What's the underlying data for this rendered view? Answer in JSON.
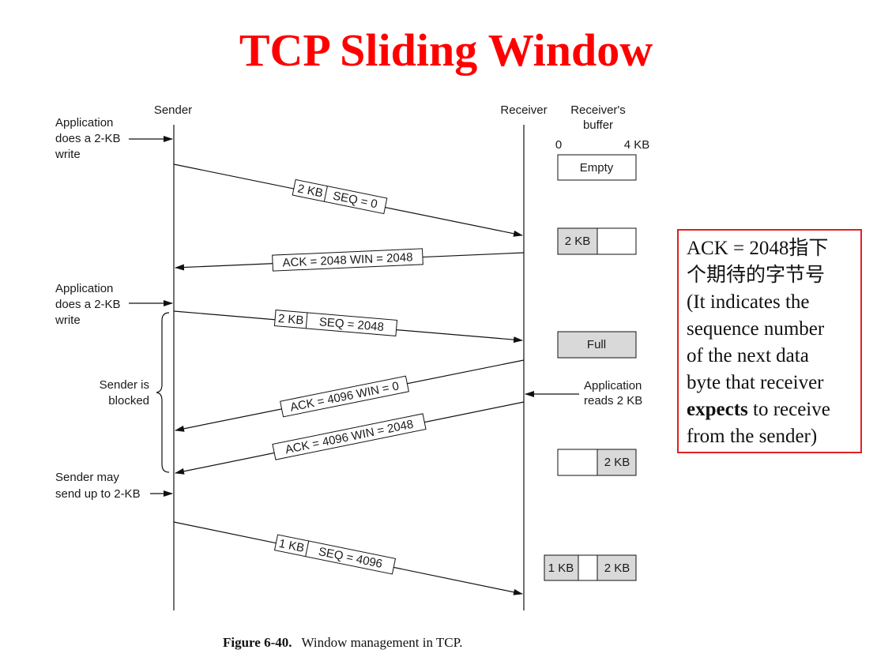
{
  "title": "TCP Sliding Window",
  "columns": {
    "sender": "Sender",
    "receiver": "Receiver",
    "buffer_l1": "Receiver's",
    "buffer_l2": "buffer"
  },
  "scale": {
    "min": "0",
    "max": "4 KB"
  },
  "events": {
    "app_write1": [
      "Application",
      "does a 2-KB",
      "write"
    ],
    "app_write2": [
      "Application",
      "does a 2-KB",
      "write"
    ],
    "sender_blocked": [
      "Sender is",
      "blocked"
    ],
    "app_reads": [
      "Application",
      "reads 2 KB"
    ],
    "sender_may": [
      "Sender may",
      "send up to 2-KB"
    ]
  },
  "segments": {
    "seg1": {
      "size": "2 KB",
      "seq": "SEQ = 0"
    },
    "ack1": "ACK = 2048 WIN = 2048",
    "seg2": {
      "size": "2 KB",
      "seq": "SEQ = 2048"
    },
    "ack2": "ACK = 4096 WIN = 0",
    "ack3": "ACK = 4096 WIN = 2048",
    "seg3": {
      "size": "1 KB",
      "seq": "SEQ = 4096"
    }
  },
  "buffers": {
    "b1": "Empty",
    "b2": "2 KB",
    "b3": "Full",
    "b4": "2 KB",
    "b5a": "1 KB",
    "b5b": "2 KB"
  },
  "caption": {
    "figure": "Figure 6-40.",
    "text": "Window management in TCP."
  },
  "note": {
    "line1": "ACK = 2048指下",
    "line2": "个期待的字节号",
    "line3": "(It indicates the",
    "line4": "sequence number",
    "line5": "of the next data",
    "line6": "byte that receiver",
    "line7_bold": "expects",
    "line7_rest": " to receive",
    "line8": "from the sender)"
  },
  "colors": {
    "title": "#ff0000",
    "note_border": "#e02020",
    "buffer_fill": "#d9d9d9"
  }
}
